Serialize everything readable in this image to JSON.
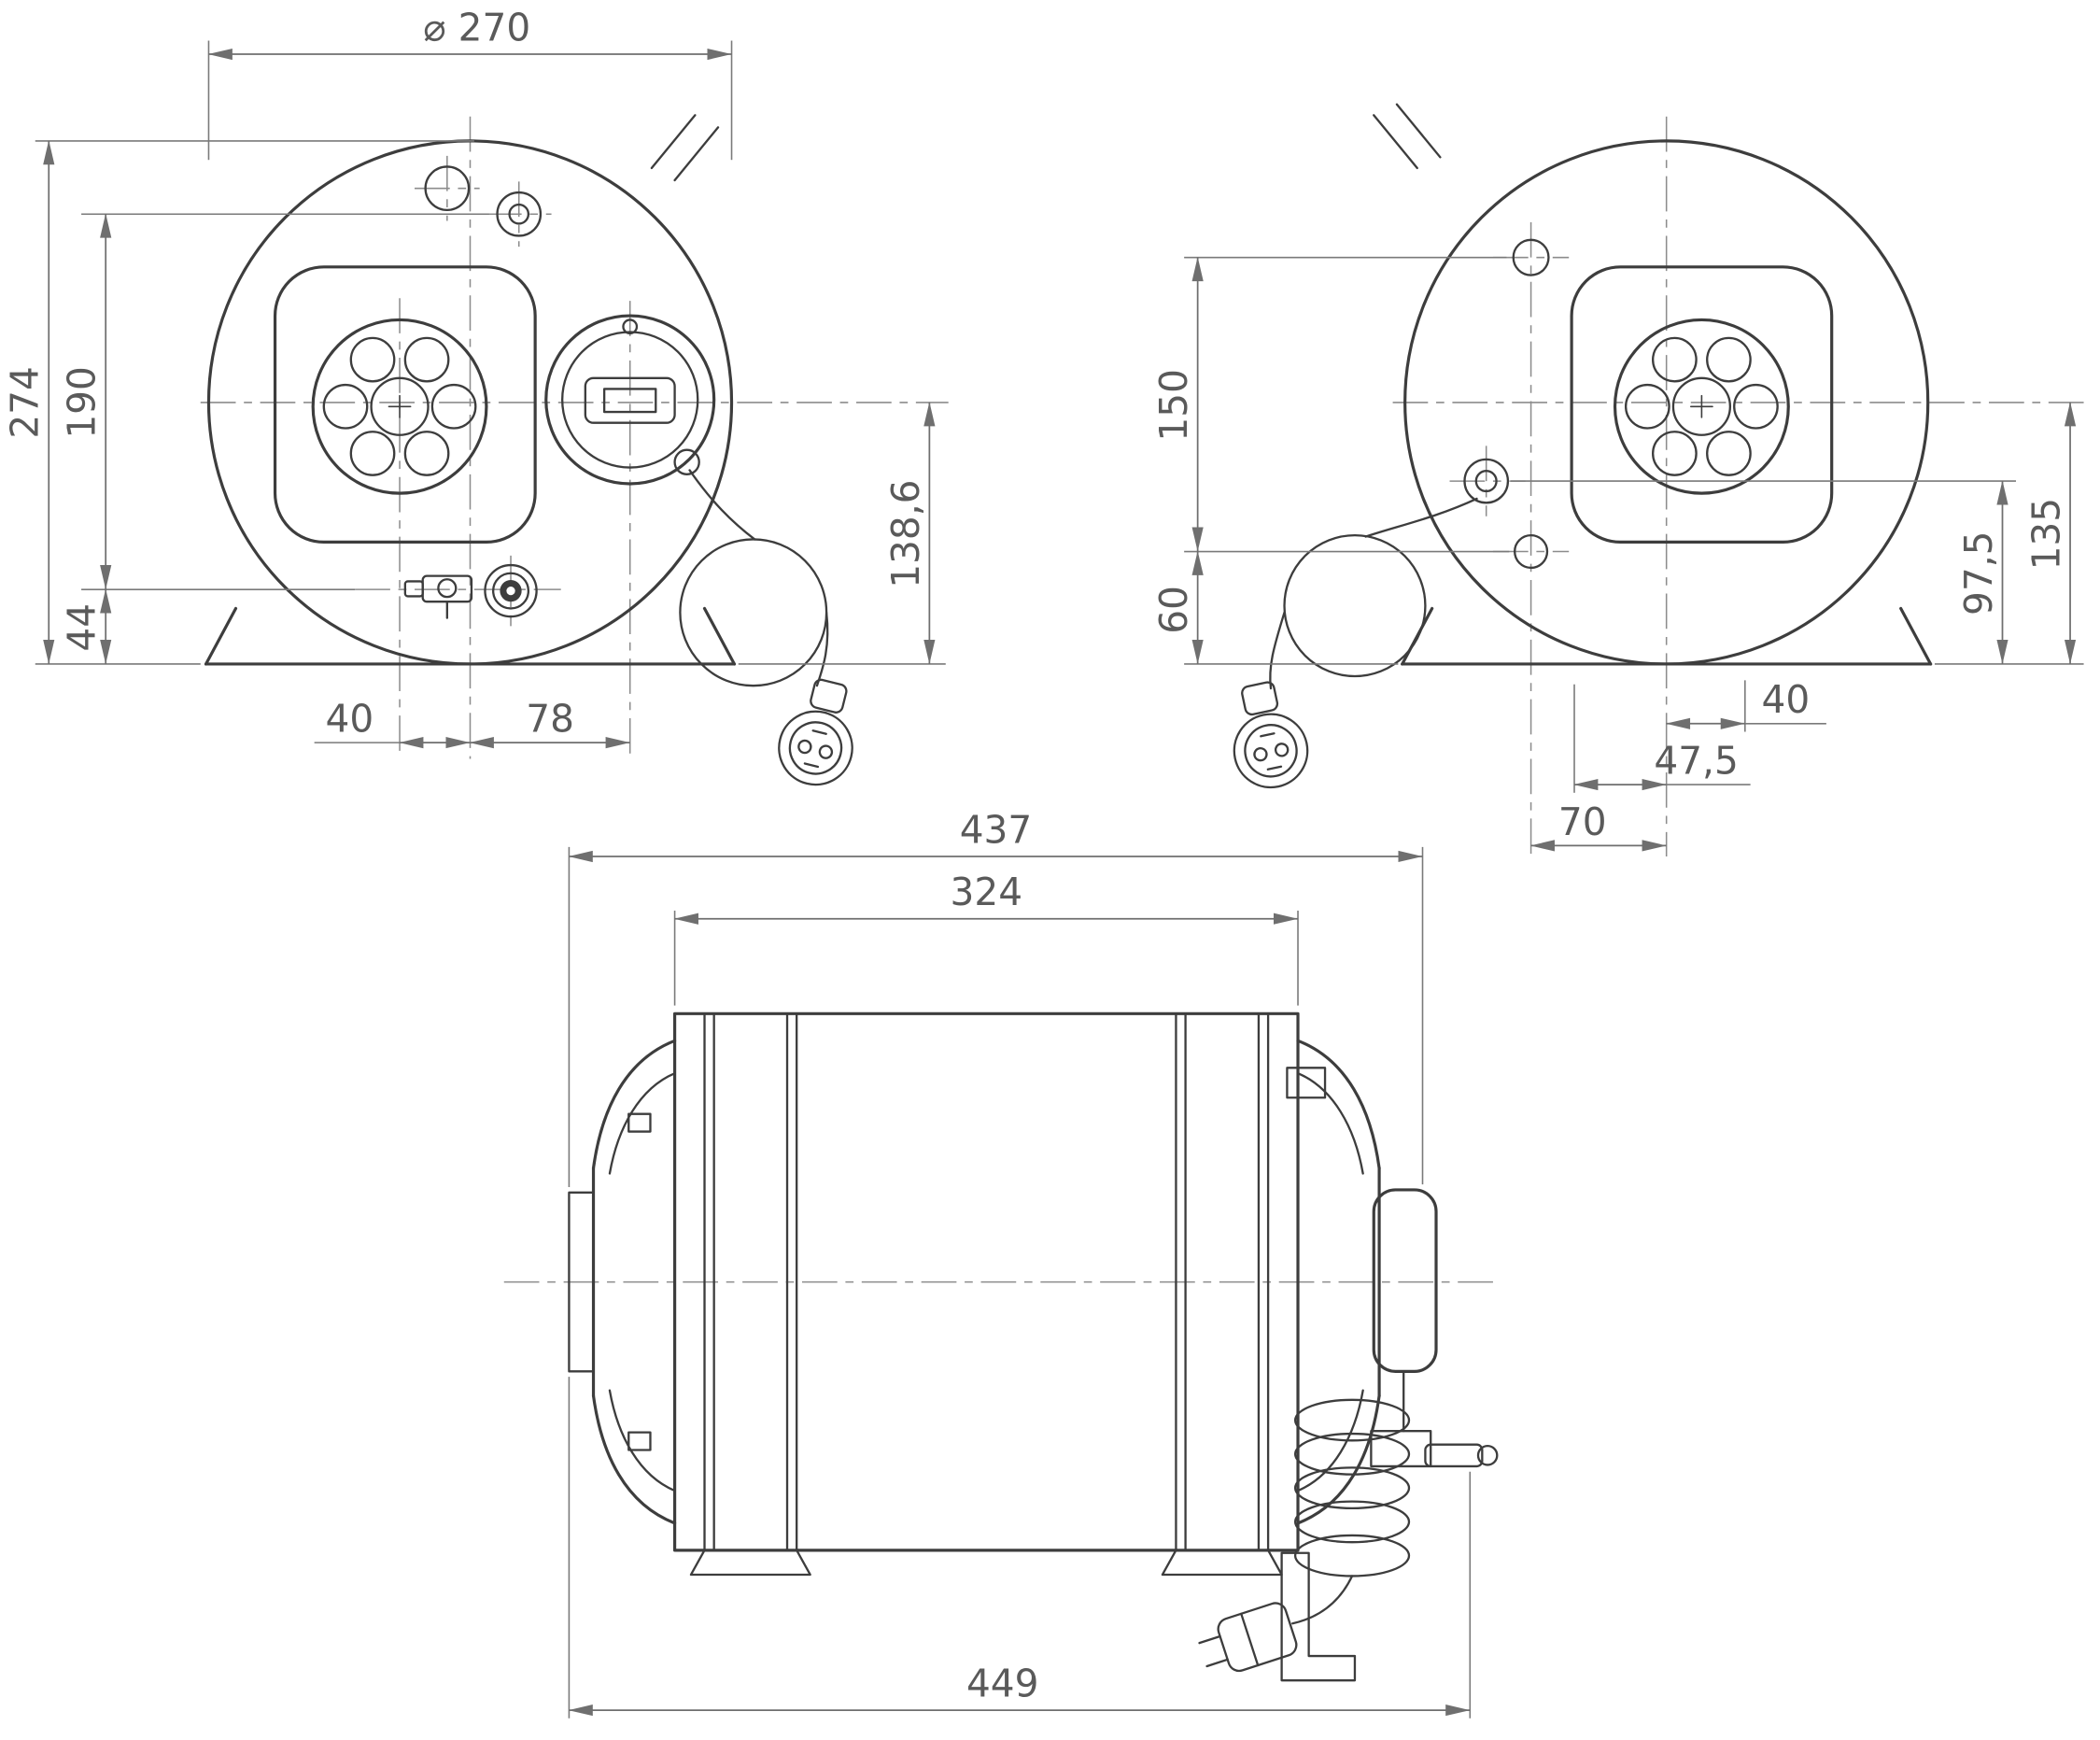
{
  "colors": {
    "outline": "#3d3d3d",
    "dimension_line": "#6f6f6f",
    "dimension_text": "#5a5a5a",
    "background": "#ffffff"
  },
  "views": {
    "front": {
      "dimensions": {
        "diameter": "⌀ 270",
        "overall_height": "274",
        "fitting_span": "190",
        "valve_height": "44",
        "knob_offset": "40",
        "cover_offset": "78",
        "cover_height": "138,6"
      }
    },
    "rear": {
      "dimensions": {
        "port_span": "150",
        "lower_port_height": "60",
        "drain_height": "97,5",
        "axis_height": "135",
        "offset_right": "40",
        "offset_mid": "47,5",
        "offset_port": "70"
      }
    },
    "side": {
      "dimensions": {
        "overall_length": "437",
        "shell_length": "324",
        "total_length": "449"
      }
    }
  }
}
